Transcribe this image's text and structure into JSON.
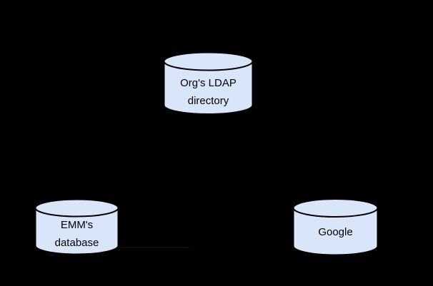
{
  "background": "#000000",
  "diagram": {
    "text_color": "#000000",
    "nodes": [
      {
        "id": "orgs-ldap-directory",
        "shape": "cylinder",
        "label_line1": "Org's LDAP",
        "label_line2": "directory",
        "fill": "#d9e5f8",
        "stroke": "#000000"
      },
      {
        "id": "emms-database",
        "shape": "cylinder",
        "label_line1": "EMM's",
        "label_line2": "database",
        "fill": "#d9e5f8",
        "stroke": "#000000"
      },
      {
        "id": "google",
        "shape": "cylinder",
        "label_line1": "Google",
        "fill": "#d9e5f8",
        "stroke": "#000000"
      }
    ],
    "connector": {
      "id": "faint-line-emm-right",
      "color": "#150807"
    }
  }
}
